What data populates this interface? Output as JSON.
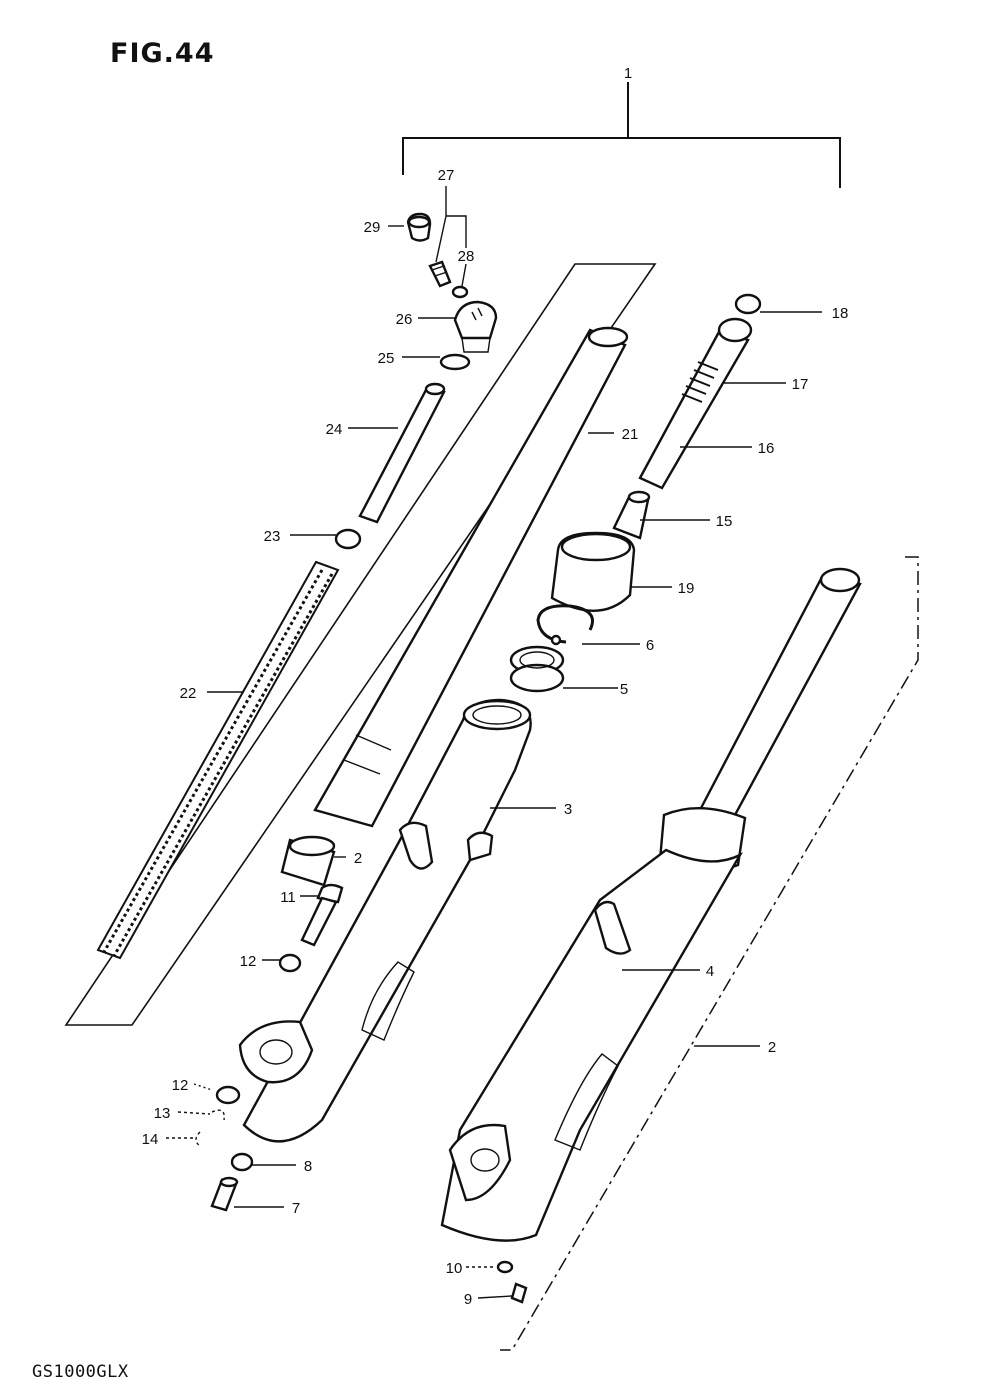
{
  "figure": {
    "title": "FIG.44",
    "model": "GS1000GLX"
  },
  "callouts": [
    {
      "id": "c1",
      "label": "1"
    },
    {
      "id": "c27",
      "label": "27"
    },
    {
      "id": "c29",
      "label": "29"
    },
    {
      "id": "c28",
      "label": "28"
    },
    {
      "id": "c26",
      "label": "26"
    },
    {
      "id": "c25",
      "label": "25"
    },
    {
      "id": "c24",
      "label": "24"
    },
    {
      "id": "c21",
      "label": "21"
    },
    {
      "id": "c23",
      "label": "23"
    },
    {
      "id": "c22",
      "label": "22"
    },
    {
      "id": "c18",
      "label": "18"
    },
    {
      "id": "c17",
      "label": "17"
    },
    {
      "id": "c16",
      "label": "16"
    },
    {
      "id": "c15",
      "label": "15"
    },
    {
      "id": "c19",
      "label": "19"
    },
    {
      "id": "c6",
      "label": "6"
    },
    {
      "id": "c5",
      "label": "5"
    },
    {
      "id": "c3",
      "label": "3"
    },
    {
      "id": "c2a",
      "label": "2"
    },
    {
      "id": "c11",
      "label": "11"
    },
    {
      "id": "c12a",
      "label": "12"
    },
    {
      "id": "c4",
      "label": "4"
    },
    {
      "id": "c2b",
      "label": "2"
    },
    {
      "id": "c12b",
      "label": "12"
    },
    {
      "id": "c13",
      "label": "13"
    },
    {
      "id": "c14",
      "label": "14"
    },
    {
      "id": "c8",
      "label": "8"
    },
    {
      "id": "c7",
      "label": "7"
    },
    {
      "id": "c10",
      "label": "10"
    },
    {
      "id": "c9",
      "label": "9"
    }
  ]
}
